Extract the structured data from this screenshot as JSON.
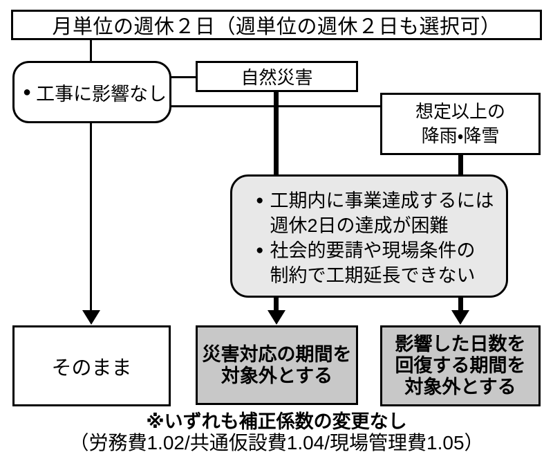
{
  "title": {
    "text": "月単位の週休２日（週単位の週休２日も選択可）"
  },
  "bullet_char": "●",
  "nodes": {
    "no_impact": {
      "bullet": "●",
      "label": "工事に影響なし"
    },
    "natural_disaster": {
      "label": "自然災害"
    },
    "excess_precip": {
      "line1": "想定以上の",
      "line2": "降雨・降雪"
    },
    "constraints": {
      "items": [
        {
          "line1": "工期内に事業達成するには",
          "line2": "週休2日の達成が困難"
        },
        {
          "line1": "社会的要請や現場条件の",
          "line2": "制約で工期延長できない"
        }
      ]
    },
    "outcome_keep": {
      "label": "そのまま"
    },
    "outcome_disaster": {
      "line1": "災害対応の期間を",
      "line2": "対象外とする"
    },
    "outcome_recover": {
      "line1": "影響した日数を",
      "line2": "回復する期間を",
      "line3": "対象外とする"
    }
  },
  "footnote": {
    "line1": "※いずれも補正係数の変更なし",
    "line2": "（労務費1.02/共通仮設費1.04/現場管理費1.05）"
  },
  "colors": {
    "border": "#000000",
    "constraints_fill": "#e8e8e8",
    "outcome_gray_fill": "#c8c8c8",
    "background": "#ffffff"
  }
}
